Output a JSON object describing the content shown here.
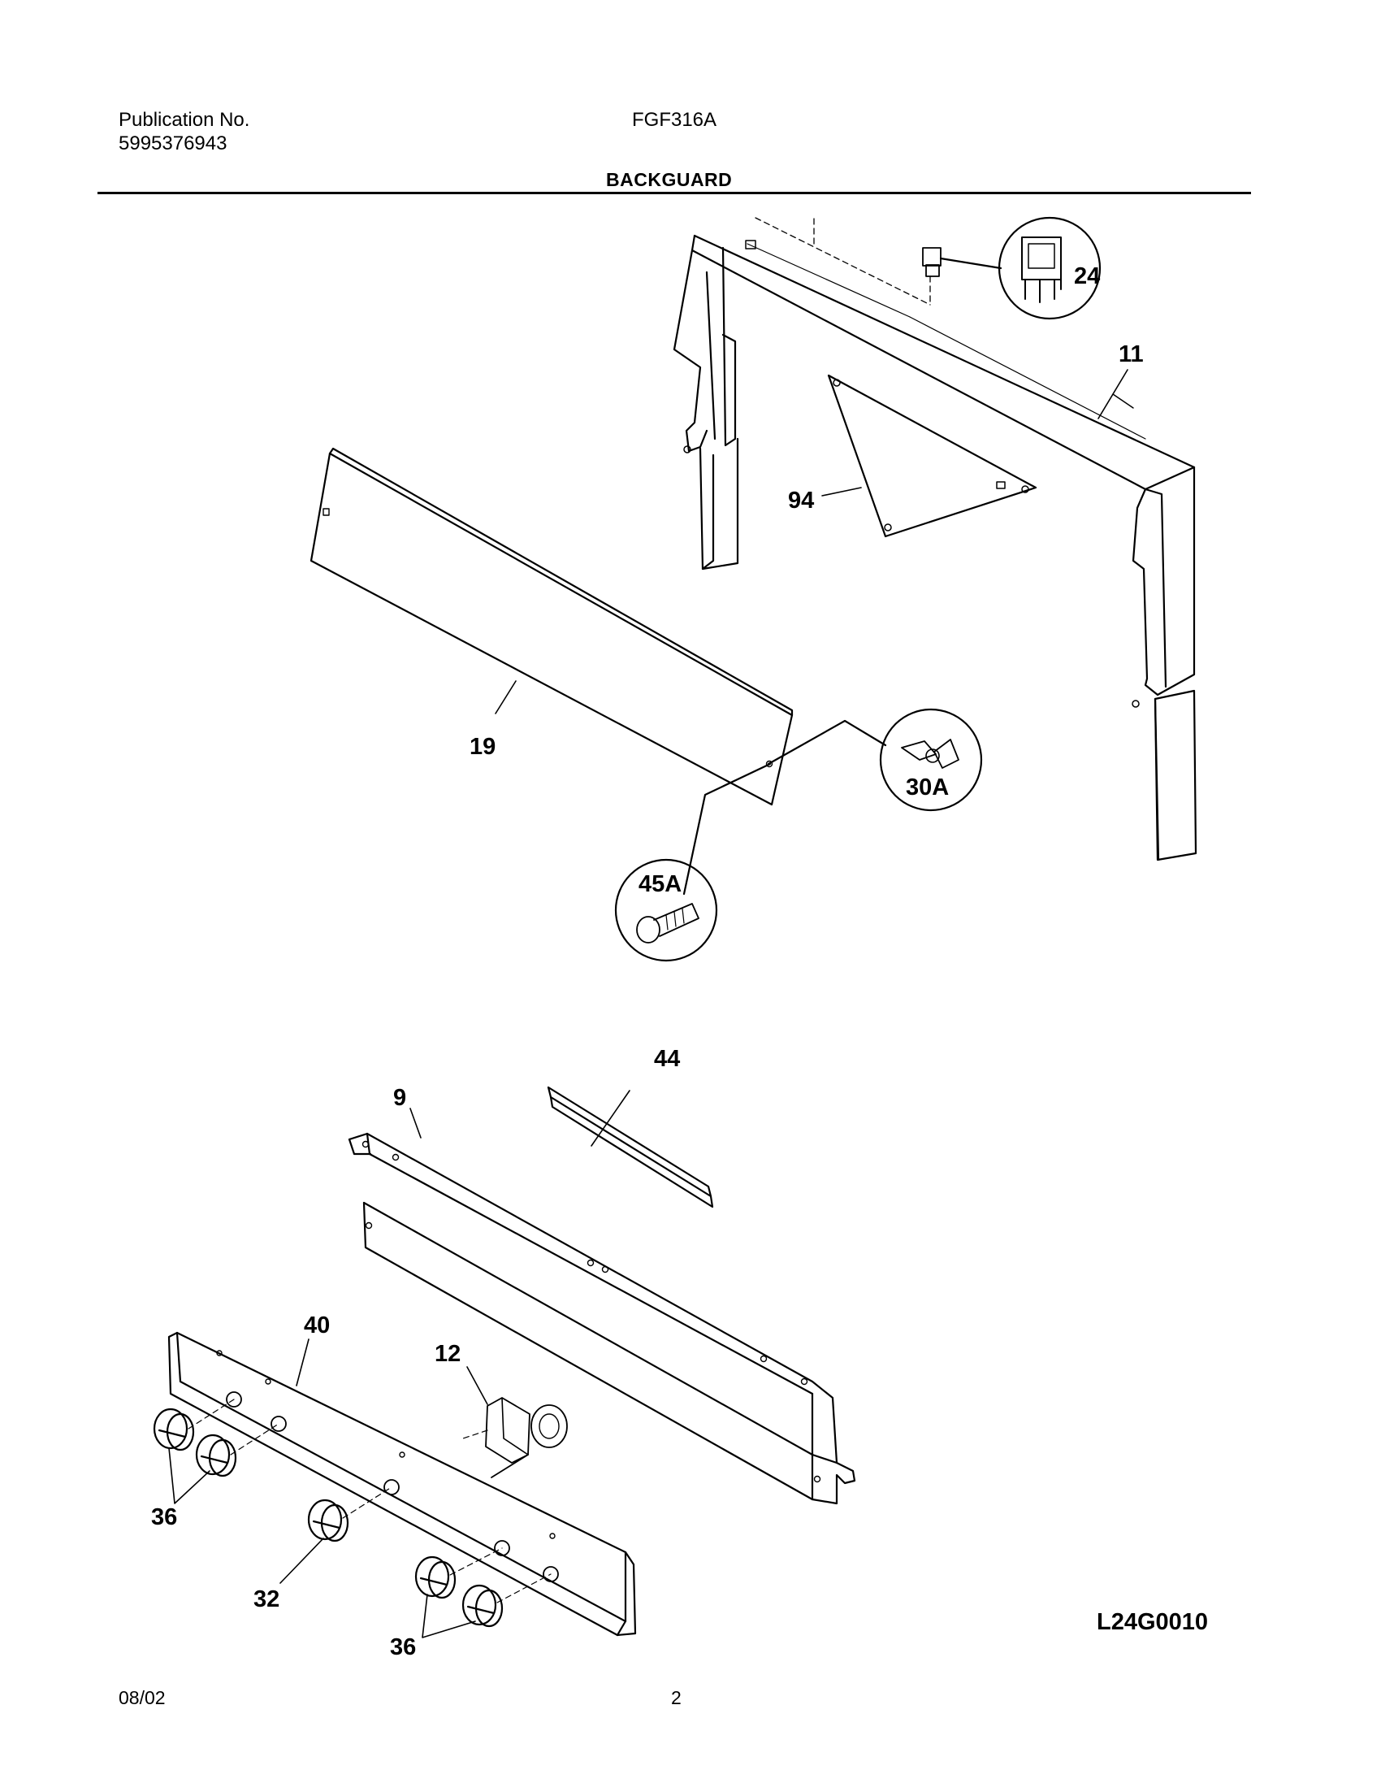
{
  "header": {
    "publication_label": "Publication No.",
    "publication_number": "5995376943",
    "model": "FGF316A",
    "section_title": "BACKGUARD"
  },
  "callouts": {
    "c24": "24",
    "c11": "11",
    "c94": "94",
    "c19": "19",
    "c30A": "30A",
    "c45A": "45A",
    "c44": "44",
    "c9": "9",
    "c40": "40",
    "c12": "12",
    "c36a": "36",
    "c32": "32",
    "c36b": "36"
  },
  "drawing_number": "L24G0010",
  "footer": {
    "date": "08/02",
    "page": "2"
  }
}
